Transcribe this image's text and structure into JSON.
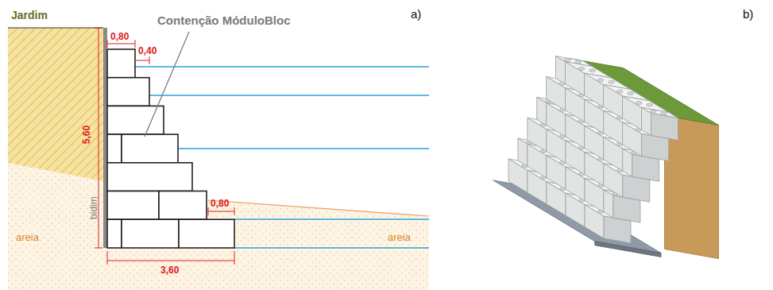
{
  "diagram": {
    "labels": [
      "0,80",
      "0,40",
      "Contenção MóduloBloc",
      "a)",
      "Jardim",
      "5,60",
      "bidim",
      "areia",
      "0,80",
      "areia",
      "3,60",
      "b)"
    ]
  }
}
